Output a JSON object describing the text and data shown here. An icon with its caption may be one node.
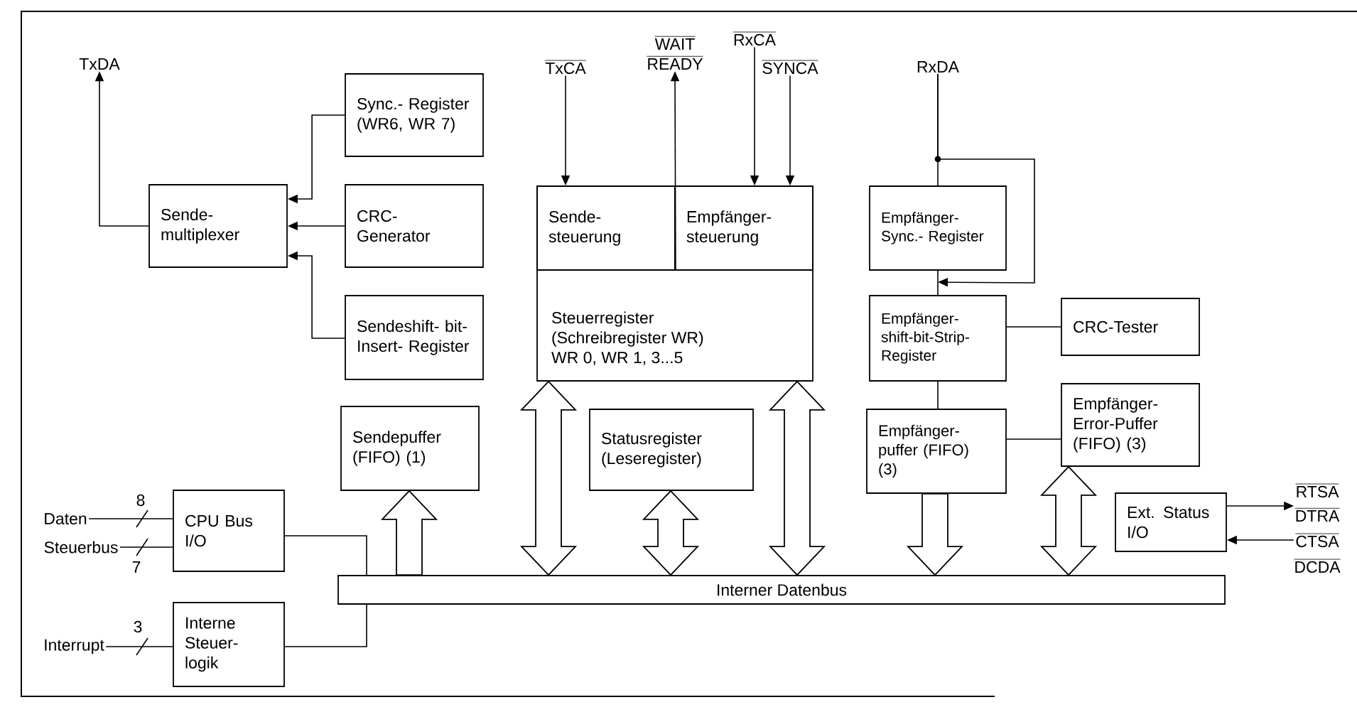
{
  "diagram": {
    "nodes": [
      {
        "text": [
          "TxDA"
        ]
      },
      {
        "text": [
          "TxCA"
        ]
      },
      {
        "text": [
          "WAIT",
          "READY"
        ]
      },
      {
        "text": [
          "RxCA"
        ]
      },
      {
        "text": [
          "SYNCA"
        ]
      },
      {
        "text": [
          "RxDA"
        ]
      },
      {
        "text": [
          "Sync.- Register (WR6, WR 7)"
        ]
      },
      {
        "text": [
          "Sende- multiplexer"
        ]
      },
      {
        "text": [
          "CRC- Generator"
        ]
      },
      {
        "text": [
          "Steuerregister (Schreibregister WR) WR 0, WR 1, 3...5"
        ]
      },
      {
        "text": [
          "Sende- steuerung"
        ],
        "in": 9
      },
      {
        "text": [
          "Empfänger- steuerung"
        ],
        "in": 9
      },
      {
        "text": [
          "Empfänger- Sync.- Register"
        ]
      },
      {
        "text": [
          "Sendeshift- bit-Insert- Register"
        ]
      },
      {
        "text": [
          "Empfänger- shift-bit-Strip- Register"
        ]
      },
      {
        "text": [
          "CRC-Tester"
        ]
      },
      {
        "text": [
          "Sendepuffer (FIFO) (1)"
        ]
      },
      {
        "text": [
          "Statusregister (Leseregister)"
        ]
      },
      {
        "text": [
          "Empfänger- puffer (FIFO) (3)"
        ]
      },
      {
        "text": [
          "Empfänger- Error-Puffer (FIFO) (3)"
        ]
      },
      {
        "text": [
          "Daten"
        ]
      },
      {
        "text": [
          "Steuerbus"
        ]
      },
      {
        "text": [
          "CPU Bus I/O"
        ]
      },
      {
        "text": [
          "Ext. Status I/O"
        ]
      },
      {
        "text": [
          "RTSA"
        ]
      },
      {
        "text": [
          "DTRA"
        ]
      },
      {
        "text": [
          "CTSA"
        ]
      },
      {
        "text": [
          "DCDA"
        ]
      },
      {
        "text": [
          "Interner Datenbus"
        ]
      },
      {
        "text": [
          "Interrupt"
        ]
      },
      {
        "text": [
          "Interne Steuer- logik"
        ]
      }
    ],
    "edges": [
      {
        "from": 6,
        "to": 7,
        "arrow": "to"
      },
      {
        "from": 8,
        "to": 7,
        "arrow": "to"
      },
      {
        "from": 13,
        "to": 7,
        "arrow": "to"
      },
      {
        "from": 7,
        "to": 0,
        "arrow": "to"
      },
      {
        "from": 1,
        "to": 10,
        "arrow": "to"
      },
      {
        "from": 10,
        "to": 2,
        "arrow": "to"
      },
      {
        "from": 3,
        "to": 11,
        "arrow": "to"
      },
      {
        "from": 4,
        "to": 11,
        "arrow": "to"
      },
      {
        "from": 5,
        "to": 12,
        "arrow": "none"
      },
      {
        "from": 12,
        "to": 14,
        "arrow": "none"
      },
      {
        "from": 5,
        "to": 14,
        "arrow": "to"
      },
      {
        "from": 14,
        "to": 15,
        "arrow": "none"
      },
      {
        "from": 14,
        "to": 18,
        "arrow": "none"
      },
      {
        "from": 18,
        "to": 19,
        "arrow": "none"
      },
      {
        "from": 20,
        "to": 22,
        "arrow": "none",
        "label": "8"
      },
      {
        "from": 21,
        "to": 22,
        "arrow": "none",
        "label": "7"
      },
      {
        "from": 29,
        "to": 30,
        "arrow": "none",
        "label": "3"
      },
      {
        "from": 22,
        "to": 28,
        "arrow": "none"
      },
      {
        "from": 30,
        "to": 28,
        "arrow": "none"
      },
      {
        "from": 28,
        "to": 16,
        "arrow": "to",
        "style": "thick"
      },
      {
        "from": 9,
        "to": 28,
        "arrow": "both",
        "style": "thick"
      },
      {
        "from": 17,
        "to": 28,
        "arrow": "both",
        "style": "thick"
      },
      {
        "from": 9,
        "to": 28,
        "arrow": "both",
        "style": "thick"
      },
      {
        "from": 18,
        "to": 28,
        "arrow": "to",
        "style": "thick"
      },
      {
        "from": 19,
        "to": 28,
        "arrow": "both",
        "style": "thick"
      },
      {
        "from": 23,
        "to": 24,
        "arrow": "to"
      },
      {
        "from": 26,
        "to": 23,
        "arrow": "to"
      }
    ]
  }
}
